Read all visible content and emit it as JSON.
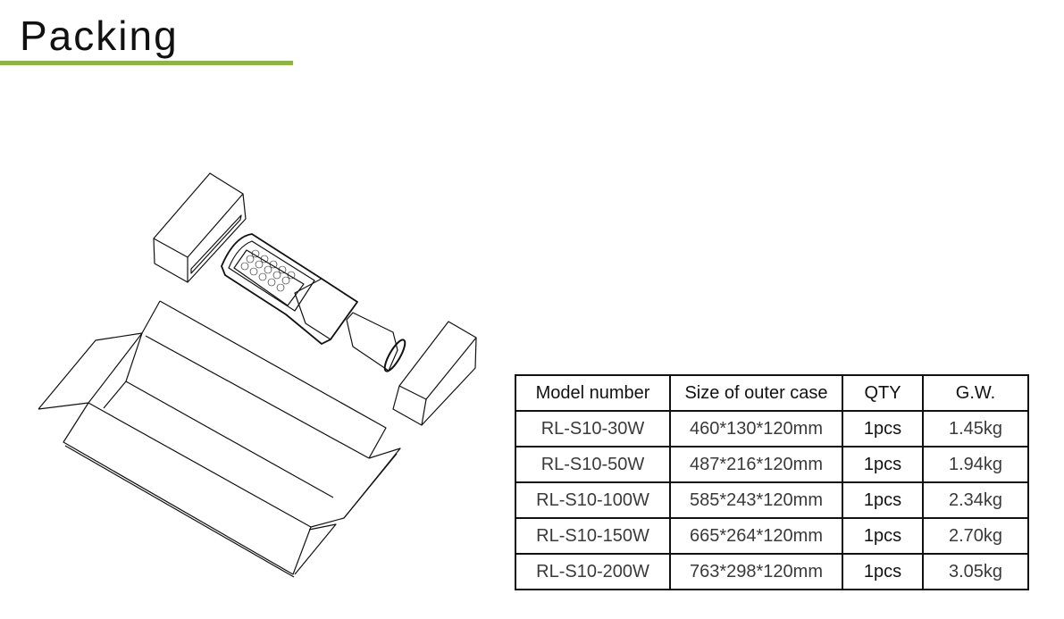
{
  "page": {
    "title": "Packing",
    "accent_color": "#8db545"
  },
  "illustration": {
    "icon": "open-carton-with-street-light-and-foam-blocks"
  },
  "packing_table": {
    "headers": [
      "Model number",
      "Size of outer case",
      "QTY",
      "G.W."
    ],
    "rows": [
      [
        "RL-S10-30W",
        "460*130*120mm",
        "1pcs",
        "1.45kg"
      ],
      [
        "RL-S10-50W",
        "487*216*120mm",
        "1pcs",
        "1.94kg"
      ],
      [
        "RL-S10-100W",
        "585*243*120mm",
        "1pcs",
        "2.34kg"
      ],
      [
        "RL-S10-150W",
        "665*264*120mm",
        "1pcs",
        "2.70kg"
      ],
      [
        "RL-S10-200W",
        "763*298*120mm",
        "1pcs",
        "3.05kg"
      ]
    ]
  }
}
